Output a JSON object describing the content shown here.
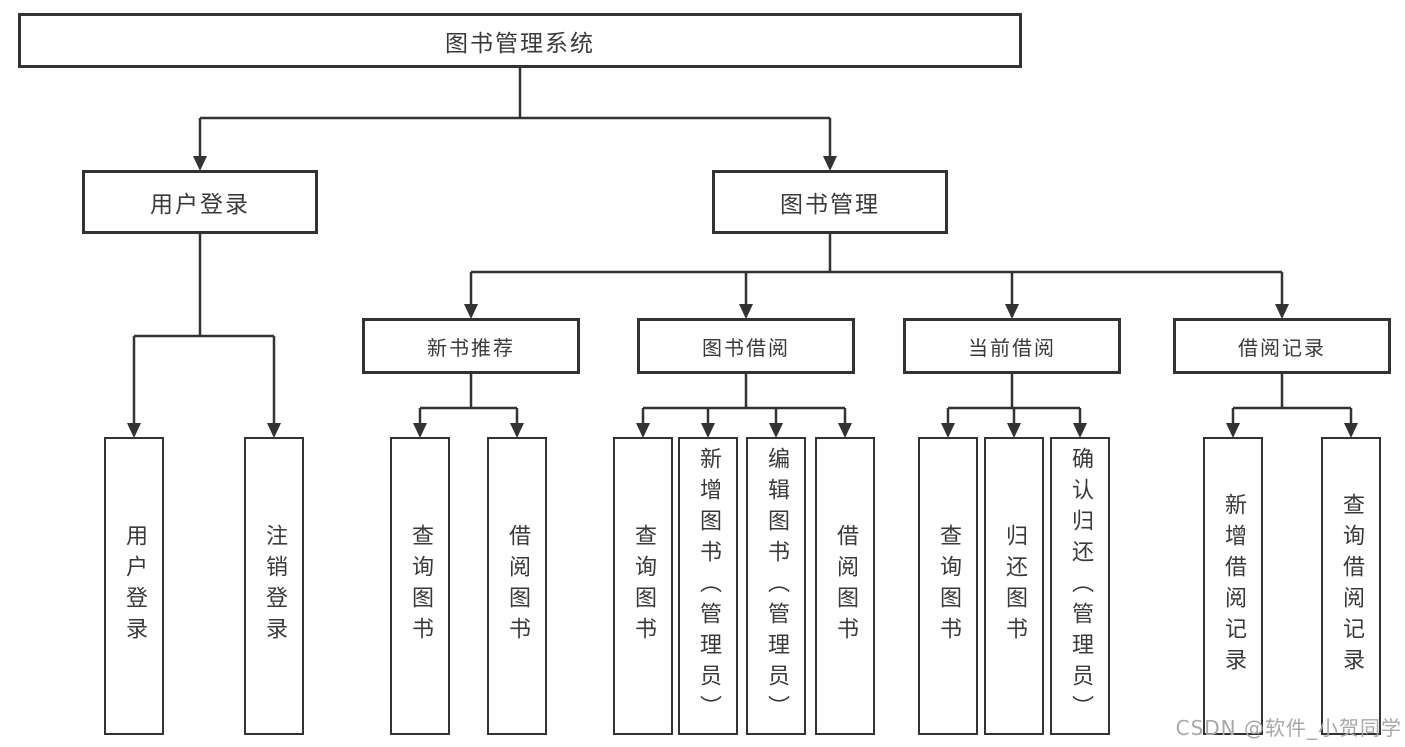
{
  "nodes": {
    "root": "图书管理系统",
    "user_login": "用户登录",
    "book_mgmt": "图书管理",
    "new_book_rec": "新书推荐",
    "book_borrow": "图书借阅",
    "current_borrow": "当前借阅",
    "borrow_record": "借阅记录",
    "leaf_user_login": "用户登录",
    "leaf_logout": "注销登录",
    "leaf_query_book_1": "查询图书",
    "leaf_borrow_book_1": "借阅图书",
    "leaf_query_book_2": "查询图书",
    "leaf_add_book": "新增图书（管理员）",
    "leaf_edit_book": "编辑图书（管理员）",
    "leaf_borrow_book_2": "借阅图书",
    "leaf_query_book_3": "查询图书",
    "leaf_return_book": "归还图书",
    "leaf_confirm_return": "确认归还（管理员）",
    "leaf_add_record": "新增借阅记录",
    "leaf_query_record": "查询借阅记录"
  },
  "watermark": "CSDN @软件_小贺同学",
  "colors": {
    "line": "#333333",
    "text": "#3a3a3a",
    "watermark": "#a8a8a8",
    "background": "#ffffff"
  }
}
